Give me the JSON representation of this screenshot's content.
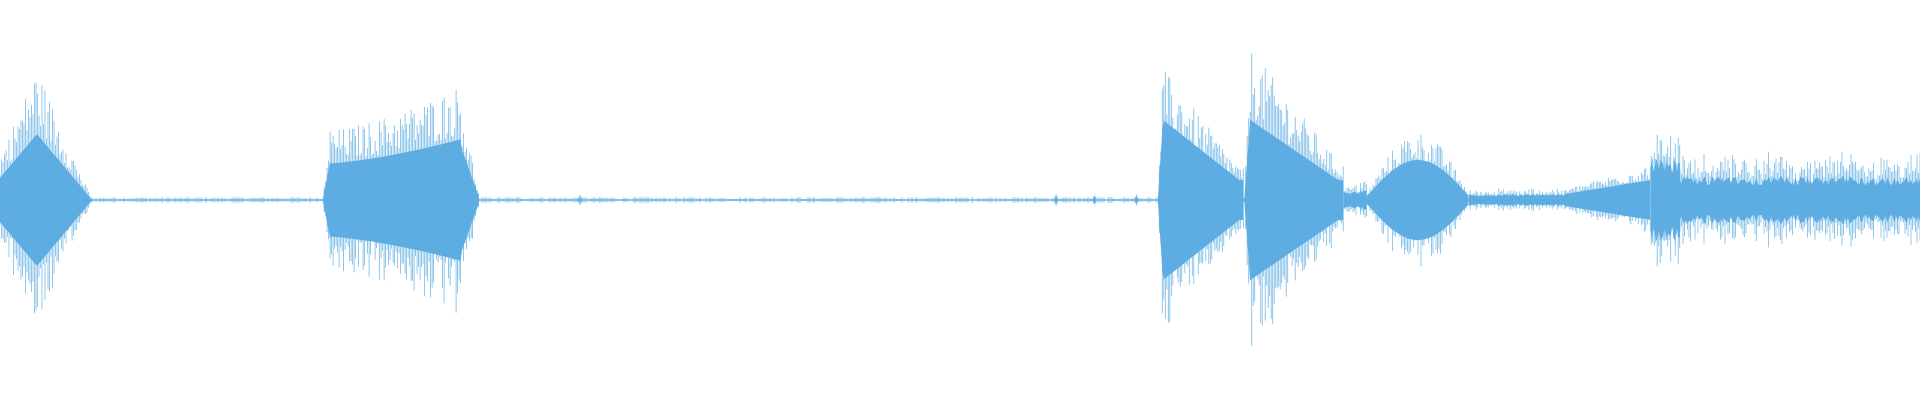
{
  "waveform": {
    "color": "#5dade2",
    "segments": [
      {
        "start": 0.0,
        "end": 0.048,
        "peak": 0.66,
        "core": 0.33,
        "shape": "diamond"
      },
      {
        "start": 0.168,
        "end": 0.25,
        "peak": 0.63,
        "core": 0.33,
        "shape": "burst"
      },
      {
        "start": 0.603,
        "end": 0.648,
        "peak": 0.66,
        "core": 0.4,
        "shape": "decay"
      },
      {
        "start": 0.648,
        "end": 0.7,
        "peak": 0.76,
        "core": 0.4,
        "shape": "decay"
      },
      {
        "start": 0.7,
        "end": 0.712,
        "peak": 0.1,
        "core": 0.05,
        "shape": "flat"
      },
      {
        "start": 0.712,
        "end": 0.765,
        "peak": 0.34,
        "core": 0.2,
        "shape": "hump"
      },
      {
        "start": 0.765,
        "end": 0.815,
        "peak": 0.06,
        "core": 0.03,
        "shape": "flat"
      },
      {
        "start": 0.815,
        "end": 0.86,
        "peak": 0.18,
        "core": 0.1,
        "shape": "rise"
      },
      {
        "start": 0.86,
        "end": 0.875,
        "peak": 0.4,
        "core": 0.22,
        "shape": "flat"
      },
      {
        "start": 0.875,
        "end": 1.0,
        "peak": 0.25,
        "core": 0.12,
        "shape": "flat"
      }
    ],
    "blips": [
      0.302,
      0.55,
      0.57,
      0.592
    ],
    "baseline_noise": 0.012
  }
}
